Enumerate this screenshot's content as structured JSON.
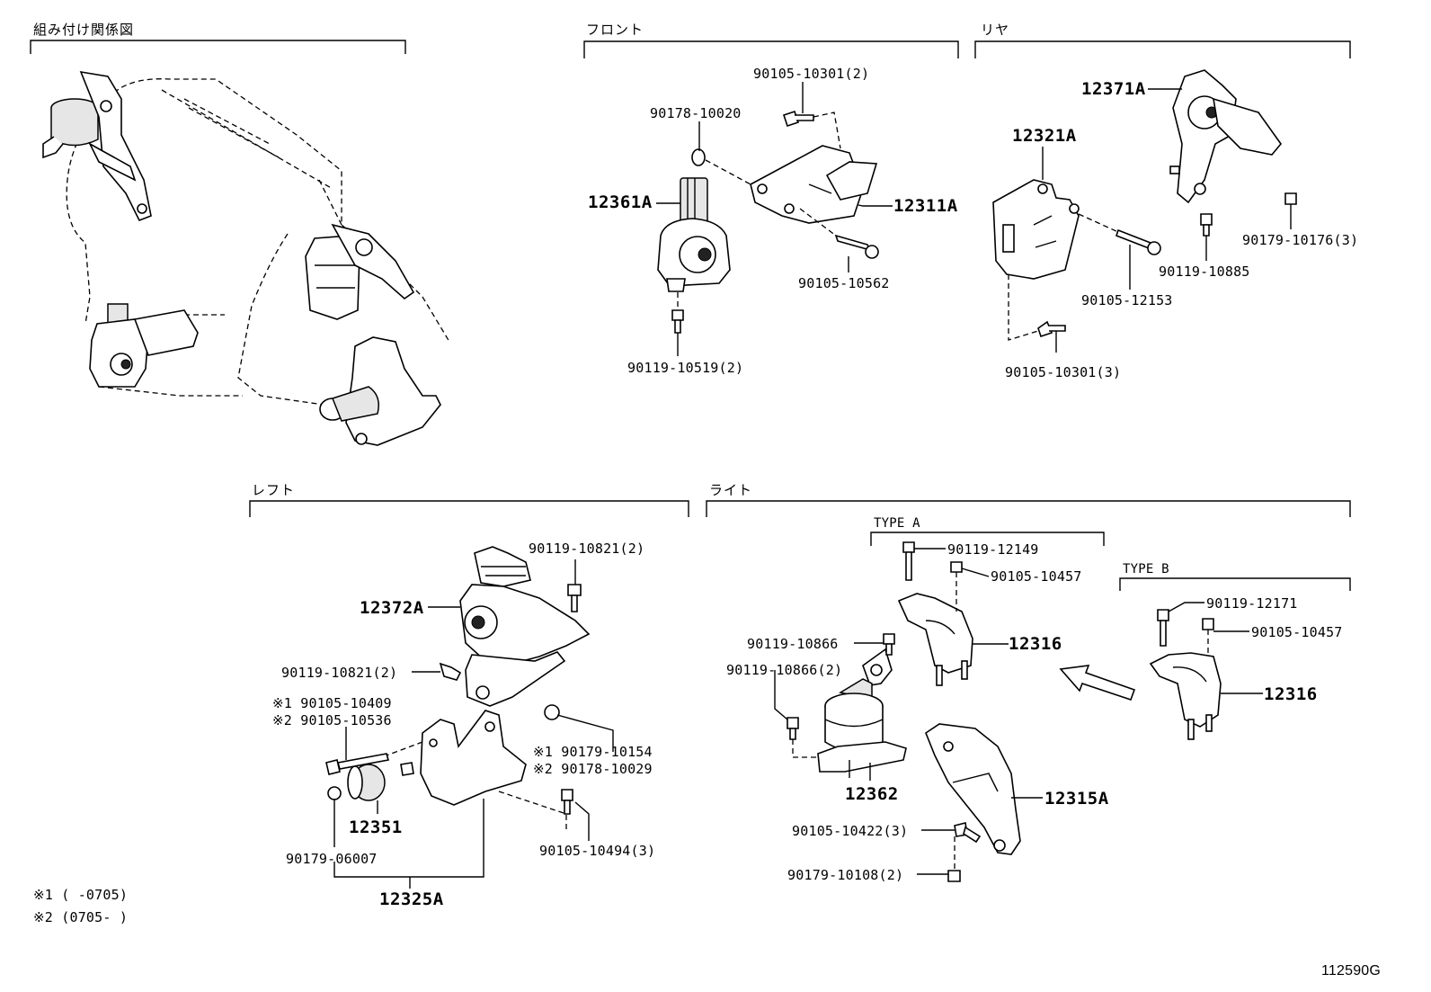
{
  "sections": {
    "overview": "組み付け関係図",
    "front": "フロント",
    "rear": "リヤ",
    "left": "レフト",
    "right": "ライト",
    "type_a": "TYPE A",
    "type_b": "TYPE B"
  },
  "front": {
    "p1": "90105-10301(2)",
    "p2": "90178-10020",
    "p3": "12361A",
    "p4": "12311A",
    "p5": "90105-10562",
    "p6": "90119-10519(2)"
  },
  "rear": {
    "p1": "12371A",
    "p2": "12321A",
    "p3": "90179-10176(3)",
    "p4": "90119-10885",
    "p5": "90105-12153",
    "p6": "90105-10301(3)"
  },
  "left": {
    "p1": "90119-10821(2)",
    "p2": "12372A",
    "p3": "90119-10821(2)",
    "p4": "※1 90105-10409",
    "p5": "※2 90105-10536",
    "p6": "※1 90179-10154",
    "p7": "※2 90178-10029",
    "p8": "12351",
    "p9": "90105-10494(3)",
    "p10": "90179-06007",
    "p11": "12325A"
  },
  "right": {
    "p1": "90119-12149",
    "p2": "90105-10457",
    "p3": "90119-10866",
    "p4": "12316",
    "p5": "90119-10866(2)",
    "p6": "12362",
    "p7": "12315A",
    "p8": "90105-10422(3)",
    "p9": "90179-10108(2)",
    "p10": "90119-12171",
    "p11": "90105-10457",
    "p12": "12316"
  },
  "notes": {
    "n1": "※1 (      -0705)",
    "n2": "※2 (0705-      )"
  },
  "figure_id": "112590G"
}
